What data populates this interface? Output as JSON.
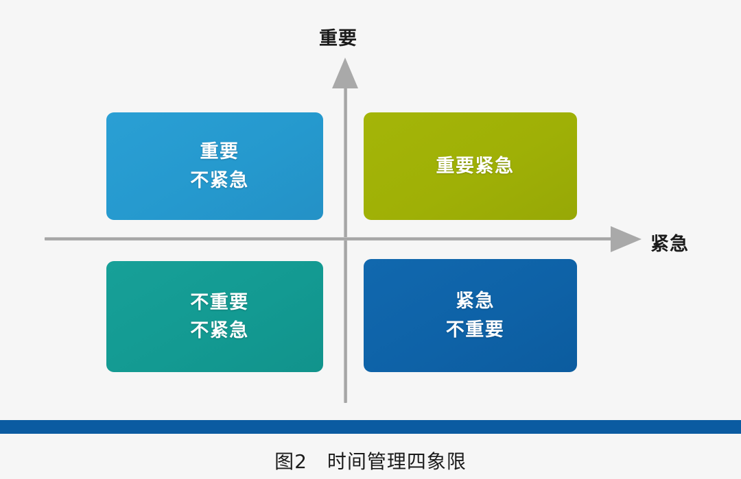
{
  "figure": {
    "caption": "图2　时间管理四象限",
    "background_color": "#f6f6f6",
    "footer_bar_color": "#0b5ba1"
  },
  "axes": {
    "vertical": {
      "label": "重要",
      "direction": "up",
      "arrow_color": "#a9a9a9"
    },
    "horizontal": {
      "label": "紧急",
      "direction": "right",
      "arrow_color": "#a9a9a9"
    }
  },
  "quadrants": [
    {
      "id": "top-left",
      "lines": [
        "重要",
        "不紧急"
      ],
      "line1": "重要",
      "line2": "不紧急",
      "color": "#2599ce",
      "shadow_color": "#1d7ca9"
    },
    {
      "id": "top-right",
      "lines": [
        "重要紧急"
      ],
      "line1": "重要紧急",
      "line2": "",
      "color": "#9fb006",
      "shadow_color": "#7d8b05"
    },
    {
      "id": "bottom-left",
      "lines": [
        "不重要",
        "不紧急"
      ],
      "line1": "不重要",
      "line2": "不紧急",
      "color": "#139a92",
      "shadow_color": "#0c7a74"
    },
    {
      "id": "bottom-right",
      "lines": [
        "紧急",
        "不重要"
      ],
      "line1": "紧急",
      "line2": "不重要",
      "color": "#0e62a7",
      "shadow_color": "#084b80"
    }
  ]
}
